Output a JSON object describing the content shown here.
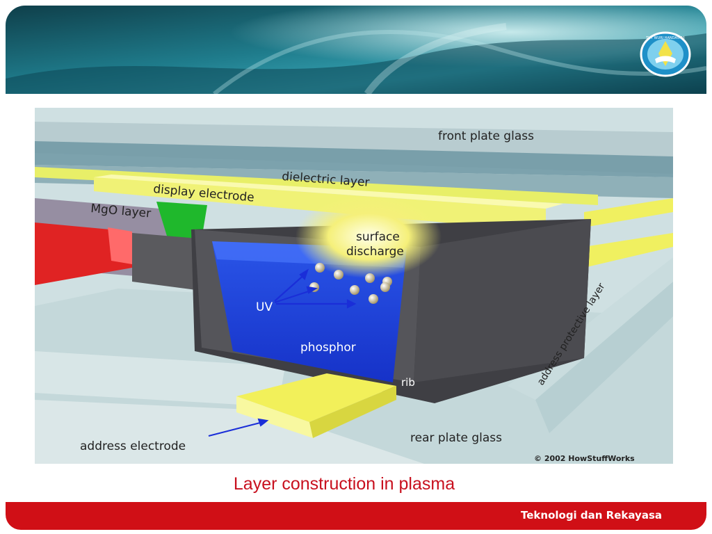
{
  "header": {
    "logo_icon": "tut-wuri-handayani-emblem-icon",
    "logo_text": "TUT WURI HANDAYANI"
  },
  "diagram": {
    "labels": {
      "front_plate_glass": "front plate glass",
      "dielectric_layer": "dielectric layer",
      "display_electrode": "display electrode",
      "mgo_layer": "MgO layer",
      "surface_discharge_1": "surface",
      "surface_discharge_2": "discharge",
      "uv": "UV",
      "phosphor": "phosphor",
      "rib": "rib",
      "address_protective_layer": "address protective layer",
      "address_electrode": "address electrode",
      "rear_plate_glass": "rear plate glass",
      "copyright": "© 2002 HowStuffWorks"
    }
  },
  "caption": "Layer construction in plasma",
  "footer": {
    "text": "Teknologi dan Rekayasa"
  },
  "colors": {
    "accent_red": "#d00f16",
    "caption_red": "#c8101e",
    "banner_teal": "#1f7c8c"
  }
}
